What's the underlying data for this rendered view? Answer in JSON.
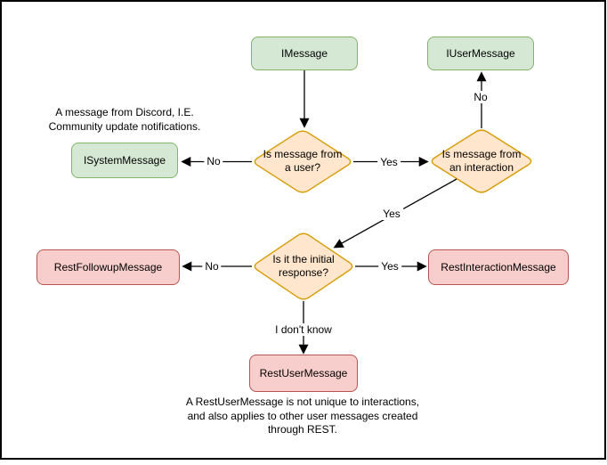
{
  "nodes": {
    "imessage": {
      "label": "IMessage"
    },
    "iusermessage": {
      "label": "IUserMessage"
    },
    "isystemmessage": {
      "label": "ISystemMessage"
    },
    "restfollowupmessage": {
      "label": "RestFollowupMessage"
    },
    "restinteractionmessage": {
      "label": "RestInteractionMessage"
    },
    "restusermessage": {
      "label": "RestUserMessage"
    }
  },
  "decisions": {
    "is_from_user": {
      "line1": "Is message from",
      "line2": "a user?"
    },
    "is_from_interaction": {
      "line1": "Is message from",
      "line2": "an interaction"
    },
    "is_initial_response": {
      "line1": "Is it the initial",
      "line2": "response?"
    }
  },
  "edge_labels": {
    "user_no": "No",
    "user_yes": "Yes",
    "interaction_no": "No",
    "interaction_yes": "Yes",
    "initial_no": "No",
    "initial_yes": "Yes",
    "initial_unknown": "I don't know"
  },
  "captions": {
    "system_note_line1": "A message from Discord, I.E.",
    "system_note_line2": "Community update notifications.",
    "restuser_note_line1": "A RestUserMessage is not unique to interactions,",
    "restuser_note_line2": "and also applies to other user messages created",
    "restuser_note_line3": "through REST."
  },
  "colors": {
    "interface_fill": "#d5e8d4",
    "interface_stroke": "#82b366",
    "decision_fill": "#ffe6cc",
    "decision_stroke": "#d79b00",
    "rest_fill": "#f8cecc",
    "rest_stroke": "#b85450",
    "edge": "#000000",
    "background": "#ffffff"
  }
}
